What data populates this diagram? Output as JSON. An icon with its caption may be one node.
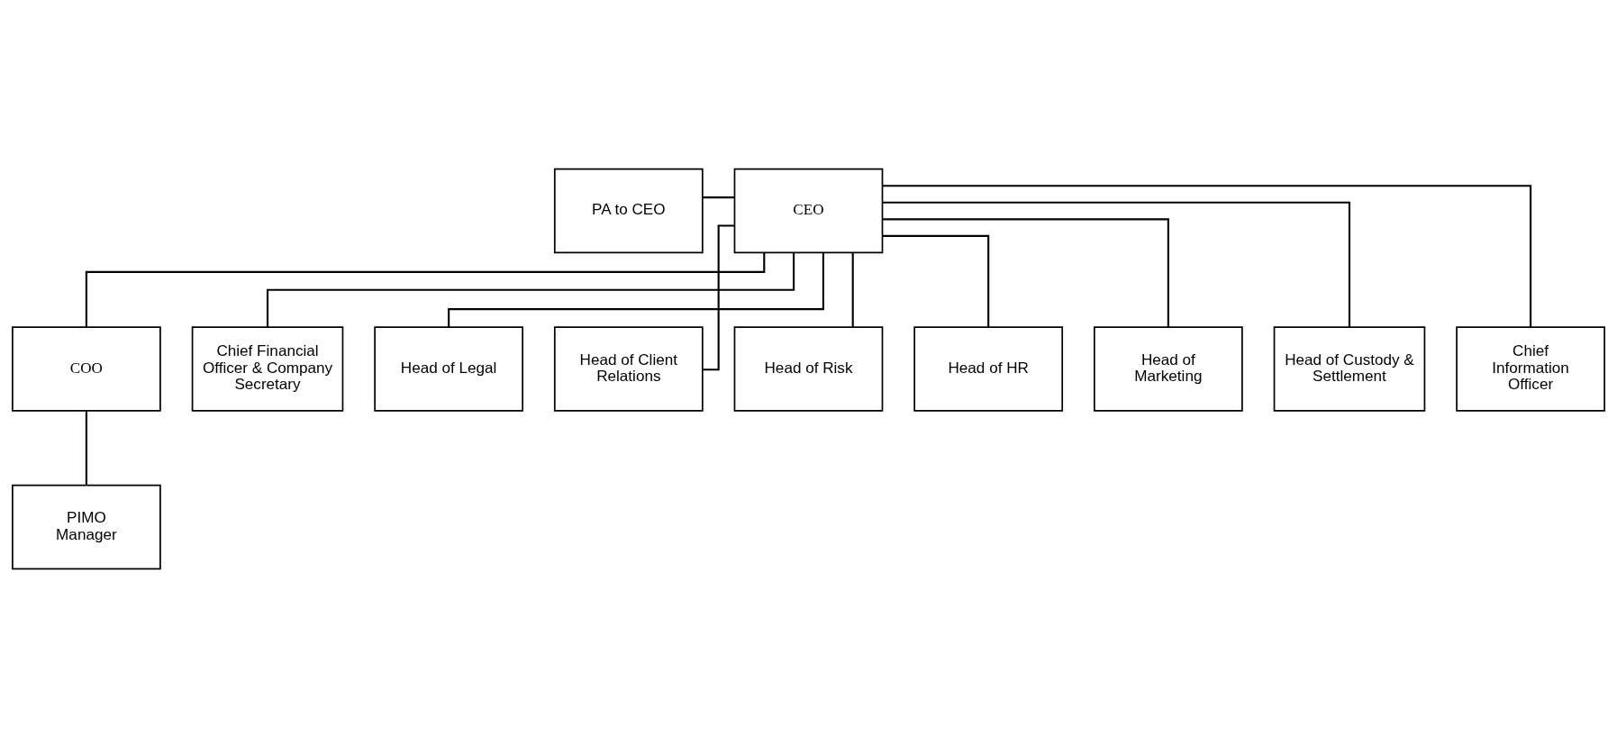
{
  "diagram": {
    "nodes": [
      {
        "text": [
          "PA to CEO"
        ]
      },
      {
        "text": [
          "CEO"
        ]
      },
      {
        "text": [
          "COO"
        ]
      },
      {
        "text": [
          "PIMO Manager"
        ]
      },
      {
        "text": [
          "Chief Financial Officer & Company Secretary"
        ]
      },
      {
        "text": [
          "Head of Legal"
        ]
      },
      {
        "text": [
          "Head of Client Relations"
        ]
      },
      {
        "text": [
          "Head of Risk"
        ]
      },
      {
        "text": [
          "Head of HR"
        ]
      },
      {
        "text": [
          "Head of Marketing"
        ]
      },
      {
        "text": [
          "Head of Custody & Settlement"
        ]
      },
      {
        "text": [
          "Chief Information Officer"
        ]
      }
    ],
    "edges": [
      {
        "from": 0,
        "to": 1,
        "arrow": "none"
      },
      {
        "from": 1,
        "to": 2,
        "arrow": "none"
      },
      {
        "from": 2,
        "to": 3,
        "arrow": "none"
      },
      {
        "from": 1,
        "to": 4,
        "arrow": "none"
      },
      {
        "from": 1,
        "to": 5,
        "arrow": "none"
      },
      {
        "from": 1,
        "to": 6,
        "arrow": "none"
      },
      {
        "from": 1,
        "to": 7,
        "arrow": "none"
      },
      {
        "from": 1,
        "to": 8,
        "arrow": "none"
      },
      {
        "from": 1,
        "to": 9,
        "arrow": "none"
      },
      {
        "from": 1,
        "to": 10,
        "arrow": "none"
      },
      {
        "from": 1,
        "to": 11,
        "arrow": "none"
      }
    ]
  }
}
